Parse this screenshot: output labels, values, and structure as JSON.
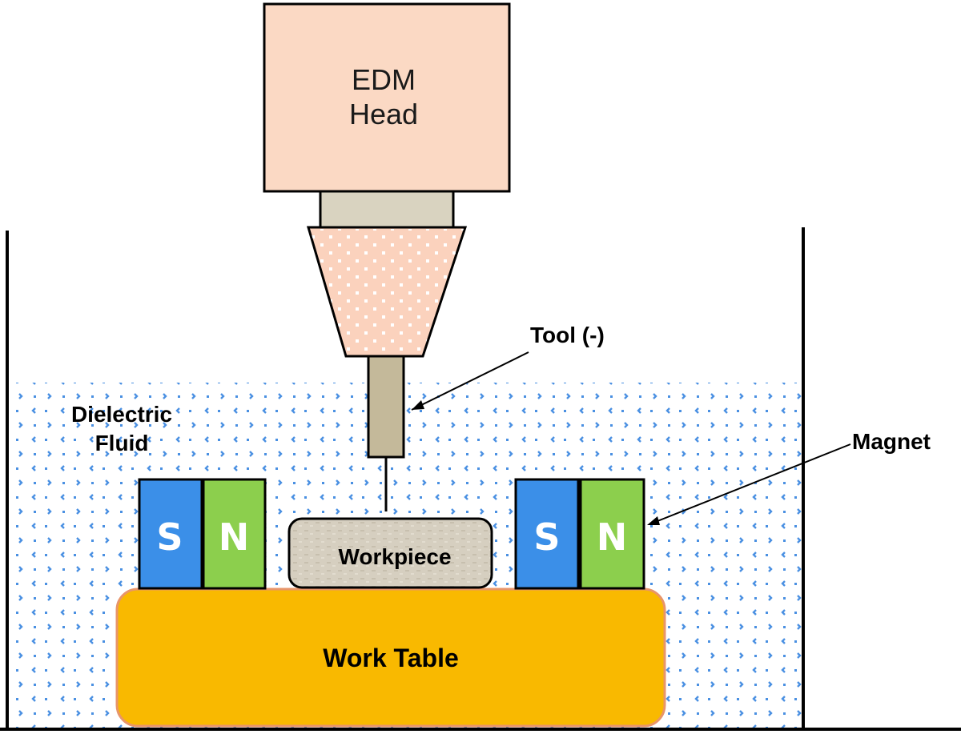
{
  "labels": {
    "edm_head_line1": "EDM",
    "edm_head_line2": "Head",
    "tool": "Tool (-)",
    "dielectric_line1": "Dielectric",
    "dielectric_line2": "Fluid",
    "magnet": "Magnet",
    "workpiece": "Workpiece",
    "work_table": "Work Table"
  },
  "magnets": [
    {
      "south": "S",
      "north": "N"
    },
    {
      "south": "S",
      "north": "N"
    }
  ],
  "colors": {
    "edm_head": "#fbd9c4",
    "collar": "#d9d3c0",
    "nozzle": "#fbd2bd",
    "tool_electrode": "#c4b99a",
    "fluid_dots": "#4a90e2",
    "magnet_south": "#3b8fe8",
    "magnet_north": "#8ccf4d",
    "workpiece": "#d6cfc0",
    "work_table": "#f9b900",
    "work_table_border": "#e8956a"
  }
}
